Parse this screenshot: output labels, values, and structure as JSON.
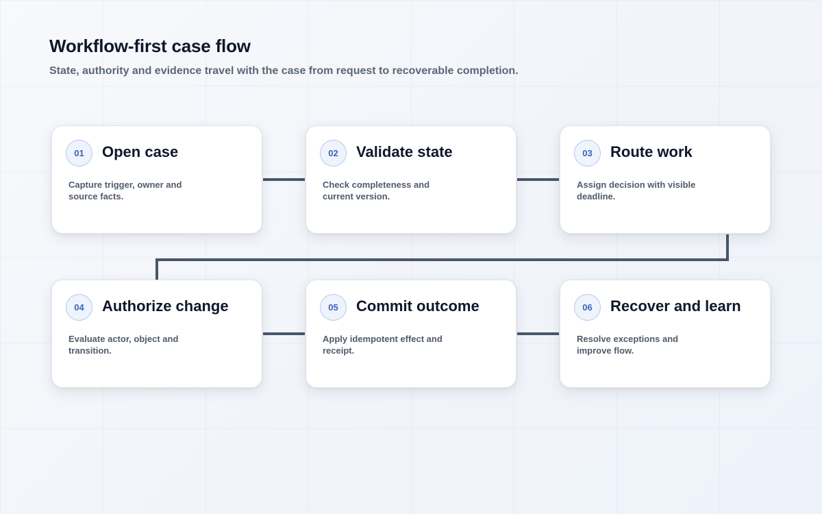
{
  "header": {
    "title": "Workflow-first case flow",
    "subtitle": "State, authority and evidence travel with the case from request to recoverable completion."
  },
  "colors": {
    "connector": "#4a5568",
    "badge_text": "#3b64b8",
    "badge_border": "#b4c8ec",
    "title_text": "#0f172a"
  },
  "steps": [
    {
      "num": "01",
      "title": "Open case",
      "description": "Capture trigger, owner and source facts."
    },
    {
      "num": "02",
      "title": "Validate state",
      "description": "Check completeness and current version."
    },
    {
      "num": "03",
      "title": "Route work",
      "description": "Assign decision with visible deadline."
    },
    {
      "num": "04",
      "title": "Authorize change",
      "description": "Evaluate actor, object and transition."
    },
    {
      "num": "05",
      "title": "Commit outcome",
      "description": "Apply idempotent effect and receipt."
    },
    {
      "num": "06",
      "title": "Recover and learn",
      "description": "Resolve exceptions and improve flow."
    }
  ]
}
